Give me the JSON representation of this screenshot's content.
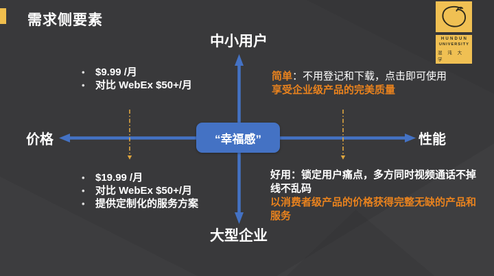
{
  "title": "需求侧要素",
  "logo": {
    "name_en1": "HUNDUN",
    "name_en2": "UNIVERSITY",
    "name_cn": "混 沌 大 学"
  },
  "axes": {
    "top": "中小用户",
    "bottom": "大型企业",
    "left": "价格",
    "right": "性能",
    "center": "“幸福感”"
  },
  "quadrants": {
    "top_left": {
      "bullets": [
        "$9.99 /月",
        "对比 WebEx $50+/月"
      ]
    },
    "bottom_left": {
      "bullets": [
        "$19.99 /月",
        "对比 WebEx $50+/月",
        "提供定制化的服务方案"
      ]
    },
    "top_right": {
      "keyword": "简单",
      "rest": "：不用登记和下载，点击即可使用",
      "highlight": "享受企业级产品的完美质量"
    },
    "bottom_right": {
      "lead": "好用：锁定用户痛点，多方同时视频通话不掉线不乱码",
      "highlight": "以消费者级产品的价格获得完整无缺的产品和服务"
    }
  },
  "colors": {
    "background": "#39393B",
    "accent_yellow": "#F0BE4D",
    "logo_yellow": "#F0C053",
    "axis_blue": "#4472C4",
    "text_orange": "#E8821E",
    "dashed_yellow": "#DFA63F",
    "text_white": "#FFFFFF"
  }
}
